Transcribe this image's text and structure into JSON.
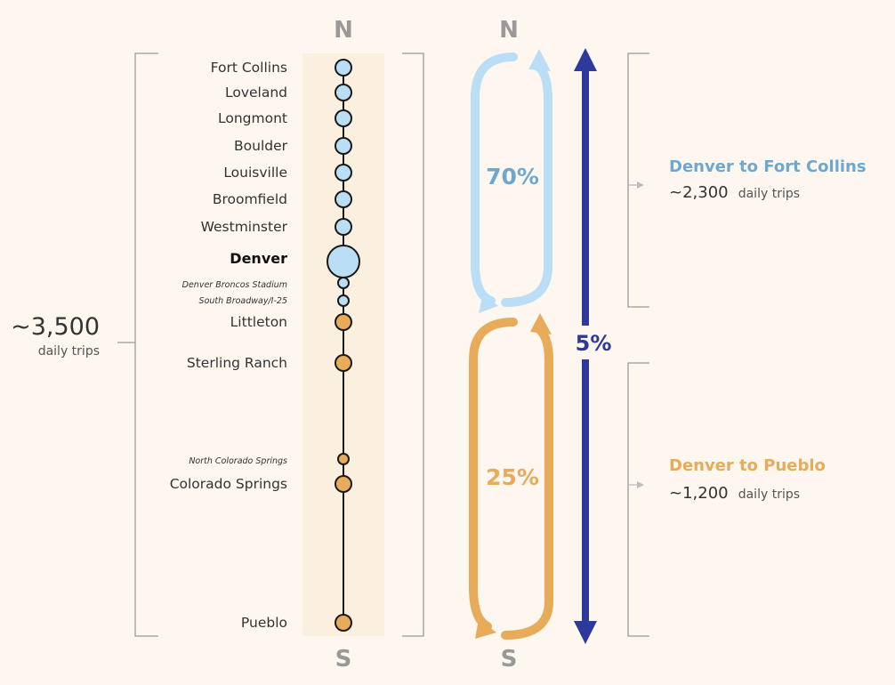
{
  "compass": {
    "north": "N",
    "south": "S"
  },
  "stations": [
    {
      "name": "Fort Collins",
      "kind": "regular",
      "segment": "north"
    },
    {
      "name": "Loveland",
      "kind": "regular",
      "segment": "north"
    },
    {
      "name": "Longmont",
      "kind": "regular",
      "segment": "north"
    },
    {
      "name": "Boulder",
      "kind": "regular",
      "segment": "north"
    },
    {
      "name": "Louisville",
      "kind": "regular",
      "segment": "north"
    },
    {
      "name": "Broomfield",
      "kind": "regular",
      "segment": "north"
    },
    {
      "name": "Westminster",
      "kind": "regular",
      "segment": "north"
    },
    {
      "name": "Denver",
      "kind": "major",
      "segment": "north"
    },
    {
      "name": "Denver Broncos Stadium",
      "kind": "minor",
      "segment": "north"
    },
    {
      "name": "South Broadway/I-25",
      "kind": "minor",
      "segment": "north"
    },
    {
      "name": "Littleton",
      "kind": "regular",
      "segment": "south"
    },
    {
      "name": "Sterling Ranch",
      "kind": "regular",
      "segment": "south"
    },
    {
      "name": "North Colorado Springs",
      "kind": "minor",
      "segment": "south"
    },
    {
      "name": "Colorado Springs",
      "kind": "regular",
      "segment": "south"
    },
    {
      "name": "Pueblo",
      "kind": "regular",
      "segment": "south"
    }
  ],
  "total": {
    "value": "~3,500",
    "label": "daily trips"
  },
  "shares": {
    "north": "70%",
    "south": "25%",
    "through": "5%"
  },
  "corridors": {
    "north": {
      "title": "Denver to Fort Collins",
      "value": "~2,300",
      "unit": "daily trips"
    },
    "south": {
      "title": "Denver to Pueblo",
      "value": "~1,200",
      "unit": "daily trips"
    }
  },
  "colors": {
    "background": "#fdf7ef",
    "band": "#fbefe0",
    "north": "#b9def5",
    "north_text": "#6fa8cf",
    "south": "#e7ab5a",
    "south_text": "#e7ab5a",
    "through": "#2e3a9b",
    "line": "#1a1a1a",
    "bracket": "#9a9a9a",
    "compass": "#999999"
  }
}
